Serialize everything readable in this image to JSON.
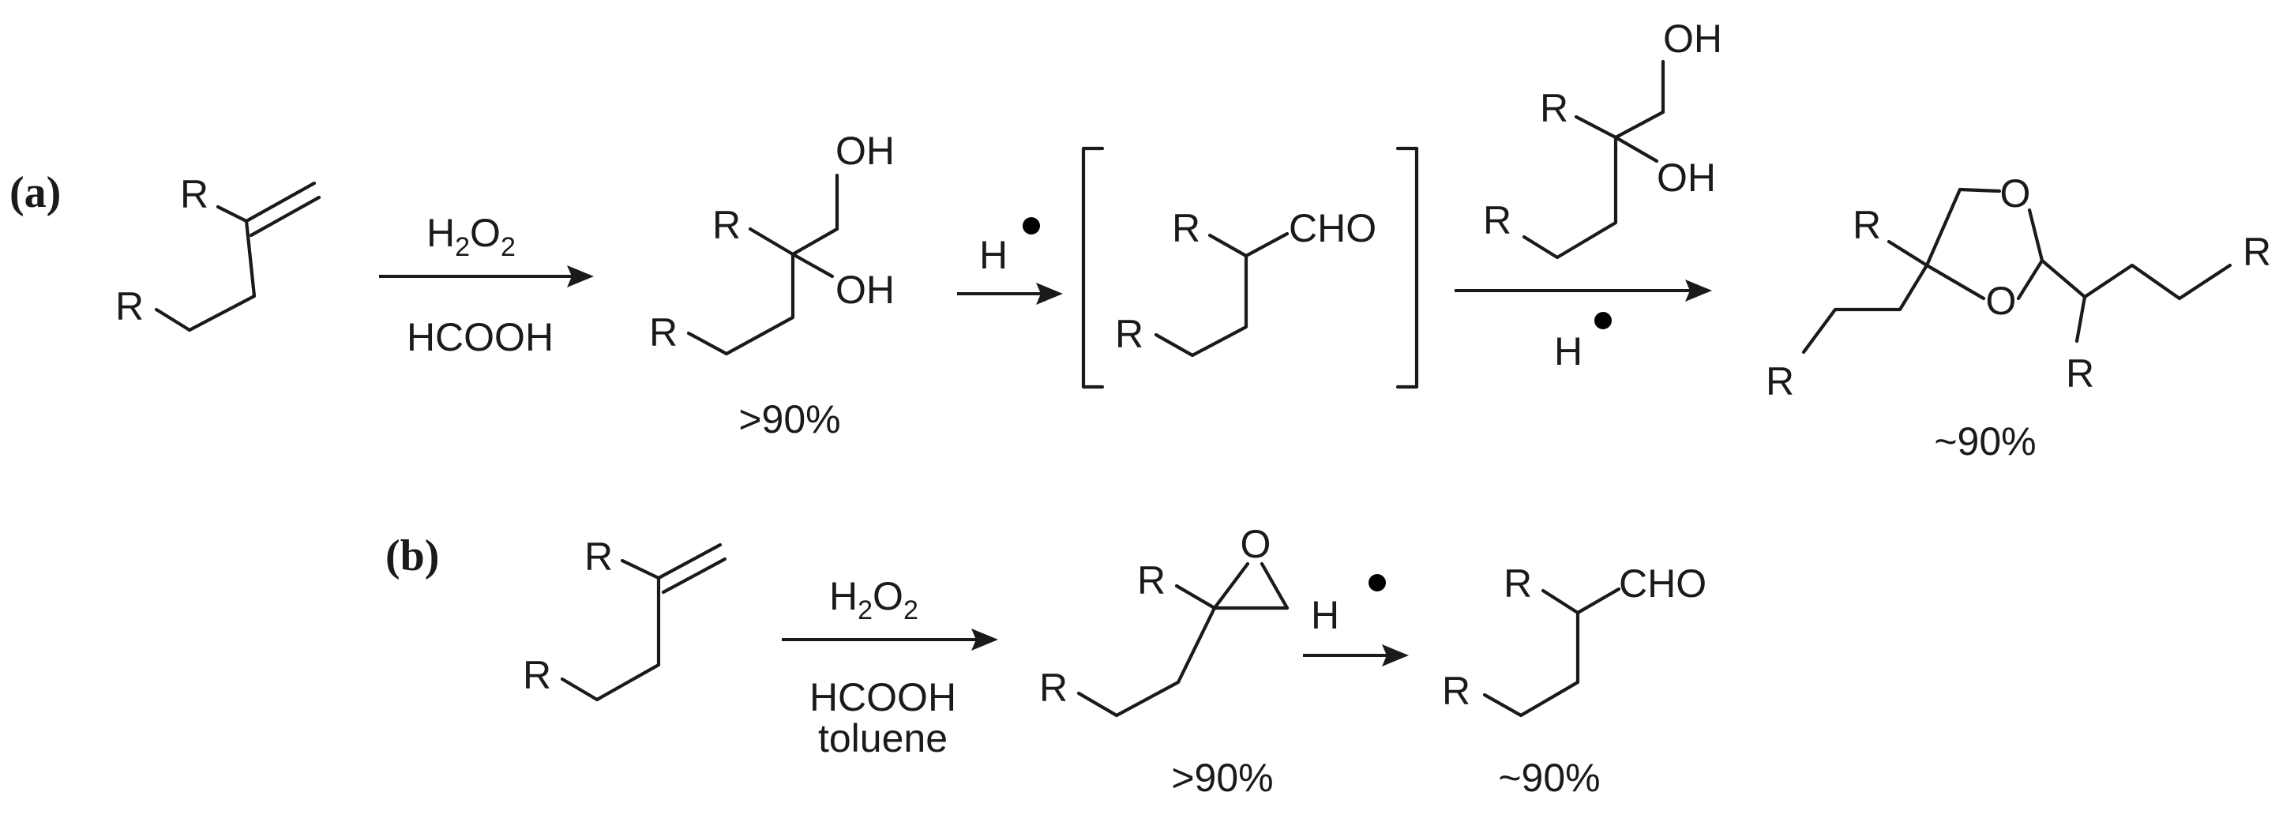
{
  "panel_a": {
    "label": "(a)",
    "alkene": {
      "r1": "R",
      "r2": "R"
    },
    "step1": {
      "reagent_top_main": "H",
      "reagent_top_sub1": "2",
      "reagent_top_o": "O",
      "reagent_top_sub2": "2",
      "reagent_bottom": "HCOOH"
    },
    "diol": {
      "r1": "R",
      "r2": "R",
      "oh1": "OH",
      "oh2": "OH",
      "yield": ">90%"
    },
    "step2": {
      "reagent": "H"
    },
    "aldehyde": {
      "r1": "R",
      "r2": "R",
      "cho": "CHO"
    },
    "diol_reagent": {
      "r1": "R",
      "r2": "R",
      "oh1": "OH",
      "oh2": "OH"
    },
    "step3": {
      "reagent": "H"
    },
    "dioxolane": {
      "r1": "R",
      "r2": "R",
      "r3": "R",
      "r4": "R",
      "o1": "O",
      "o2": "O",
      "yield": "~90%"
    }
  },
  "panel_b": {
    "label": "(b)",
    "alkene": {
      "r1": "R",
      "r2": "R"
    },
    "step1": {
      "reagent_top_main": "H",
      "reagent_top_sub1": "2",
      "reagent_top_o": "O",
      "reagent_top_sub2": "2",
      "reagent_mid": "HCOOH",
      "reagent_bottom": "toluene"
    },
    "epoxide": {
      "r1": "R",
      "r2": "R",
      "o": "O",
      "yield": ">90%"
    },
    "step2": {
      "reagent": "H"
    },
    "aldehyde": {
      "r1": "R",
      "r2": "R",
      "cho": "CHO",
      "yield": "~90%"
    }
  },
  "colors": {
    "bond": "#1a1a1a",
    "charge": "#e01b1b"
  }
}
